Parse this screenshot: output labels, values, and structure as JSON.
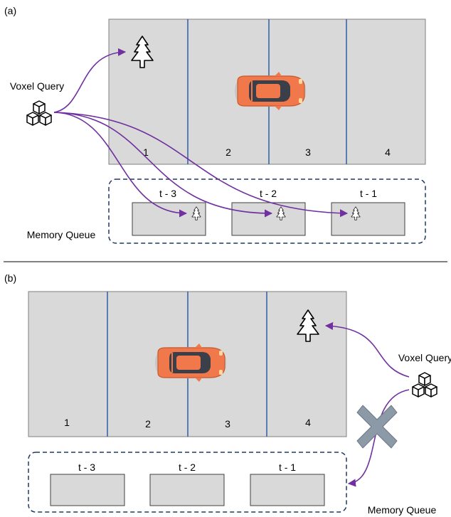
{
  "panel_a": {
    "label": "(a)",
    "lane_numbers": [
      "1",
      "2",
      "3",
      "4"
    ],
    "voxel_query_label": "Voxel Query",
    "memory_queue_label": "Memory Queue",
    "memory_frames": [
      "t - 3",
      "t - 2",
      "t - 1"
    ]
  },
  "panel_b": {
    "label": "(b)",
    "lane_numbers": [
      "1",
      "2",
      "3",
      "4"
    ],
    "voxel_query_label": "Voxel Query",
    "memory_queue_label": "Memory Queue",
    "memory_frames": [
      "t - 3",
      "t - 2",
      "t - 1"
    ]
  },
  "colors": {
    "road": "#d9d9d9",
    "lane_line": "#2e5fa6",
    "query_arrow": "#7030a0",
    "queue_border": "#1f3864",
    "car_body": "#f0784a",
    "cross": "#8c9aa8"
  },
  "icons": [
    "tree-icon",
    "cube-cluster-icon",
    "car-icon",
    "cross-icon"
  ]
}
